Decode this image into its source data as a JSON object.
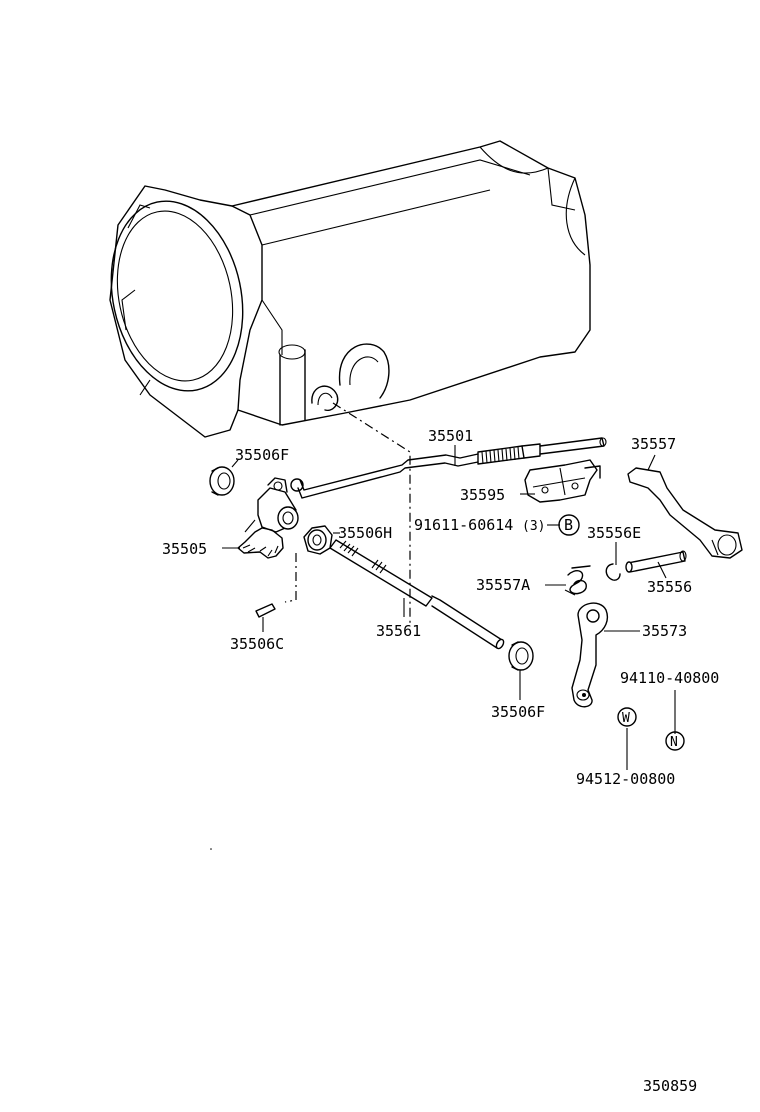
{
  "diagram": {
    "id_code": "350859",
    "callouts": {
      "p35501": "35501",
      "p35557": "35557",
      "p35506F_top": "35506F",
      "p35595": "35595",
      "p91611": "91611-60614",
      "p91611_qty": "(3)",
      "p91611_badge": "B",
      "p35506H": "35506H",
      "p35556E": "35556E",
      "p35505": "35505",
      "p35557A": "35557A",
      "p35556": "35556",
      "p35561": "35561",
      "p35573": "35573",
      "p35506C": "35506C",
      "p94110": "94110-40800",
      "p35506F_bottom": "35506F",
      "p94512": "94512-00800",
      "badge_w": "W",
      "badge_n": "N"
    }
  }
}
